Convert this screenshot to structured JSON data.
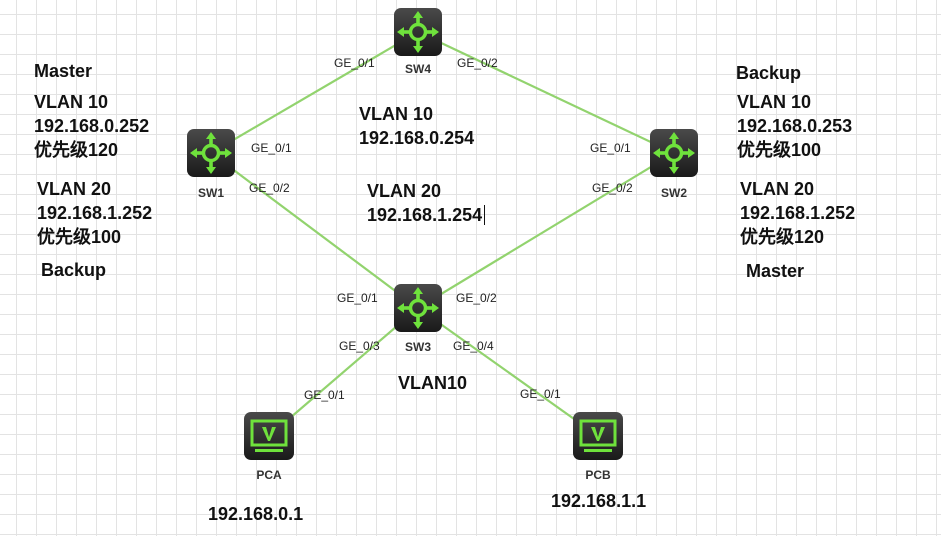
{
  "devices": {
    "sw4": "SW4",
    "sw1": "SW1",
    "sw2": "SW2",
    "sw3": "SW3",
    "pca": "PCA",
    "pcb": "PCB"
  },
  "ports": {
    "sw4_ge01": "GE_0/1",
    "sw4_ge02": "GE_0/2",
    "sw1_ge01": "GE_0/1",
    "sw1_ge02": "GE_0/2",
    "sw2_ge01": "GE_0/1",
    "sw2_ge02": "GE_0/2",
    "sw3_ge01": "GE_0/1",
    "sw3_ge02": "GE_0/2",
    "sw3_ge03": "GE_0/3",
    "sw3_ge04": "GE_0/4",
    "pca_ge01": "GE_0/1",
    "pcb_ge01": "GE_0/1"
  },
  "notes": {
    "sw1": {
      "role_top": "Master",
      "vlan10": "VLAN 10",
      "vlan10_ip": "192.168.0.252",
      "vlan10_priority": "优先级120",
      "vlan20": "VLAN 20",
      "vlan20_ip": "192.168.1.252",
      "vlan20_priority": "优先级100",
      "role_bottom": "Backup"
    },
    "sw2": {
      "role_top": "Backup",
      "vlan10": "VLAN 10",
      "vlan10_ip": "192.168.0.253",
      "vlan10_priority": "优先级100",
      "vlan20": "VLAN 20",
      "vlan20_ip": "192.168.1.252",
      "vlan20_priority": "优先级120",
      "role_bottom": "Master"
    },
    "center": {
      "vlan10": "VLAN 10",
      "vlan10_vip": "192.168.0.254",
      "vlan20": "VLAN 20",
      "vlan20_vip": "192.168.1.254",
      "access_vlan": "VLAN10"
    },
    "pca_ip": "192.168.0.1",
    "pcb_ip": "192.168.1.1"
  },
  "colors": {
    "link": "#92d36e",
    "device_body": "#2b2b2b",
    "device_icon": "#6fe23c"
  }
}
